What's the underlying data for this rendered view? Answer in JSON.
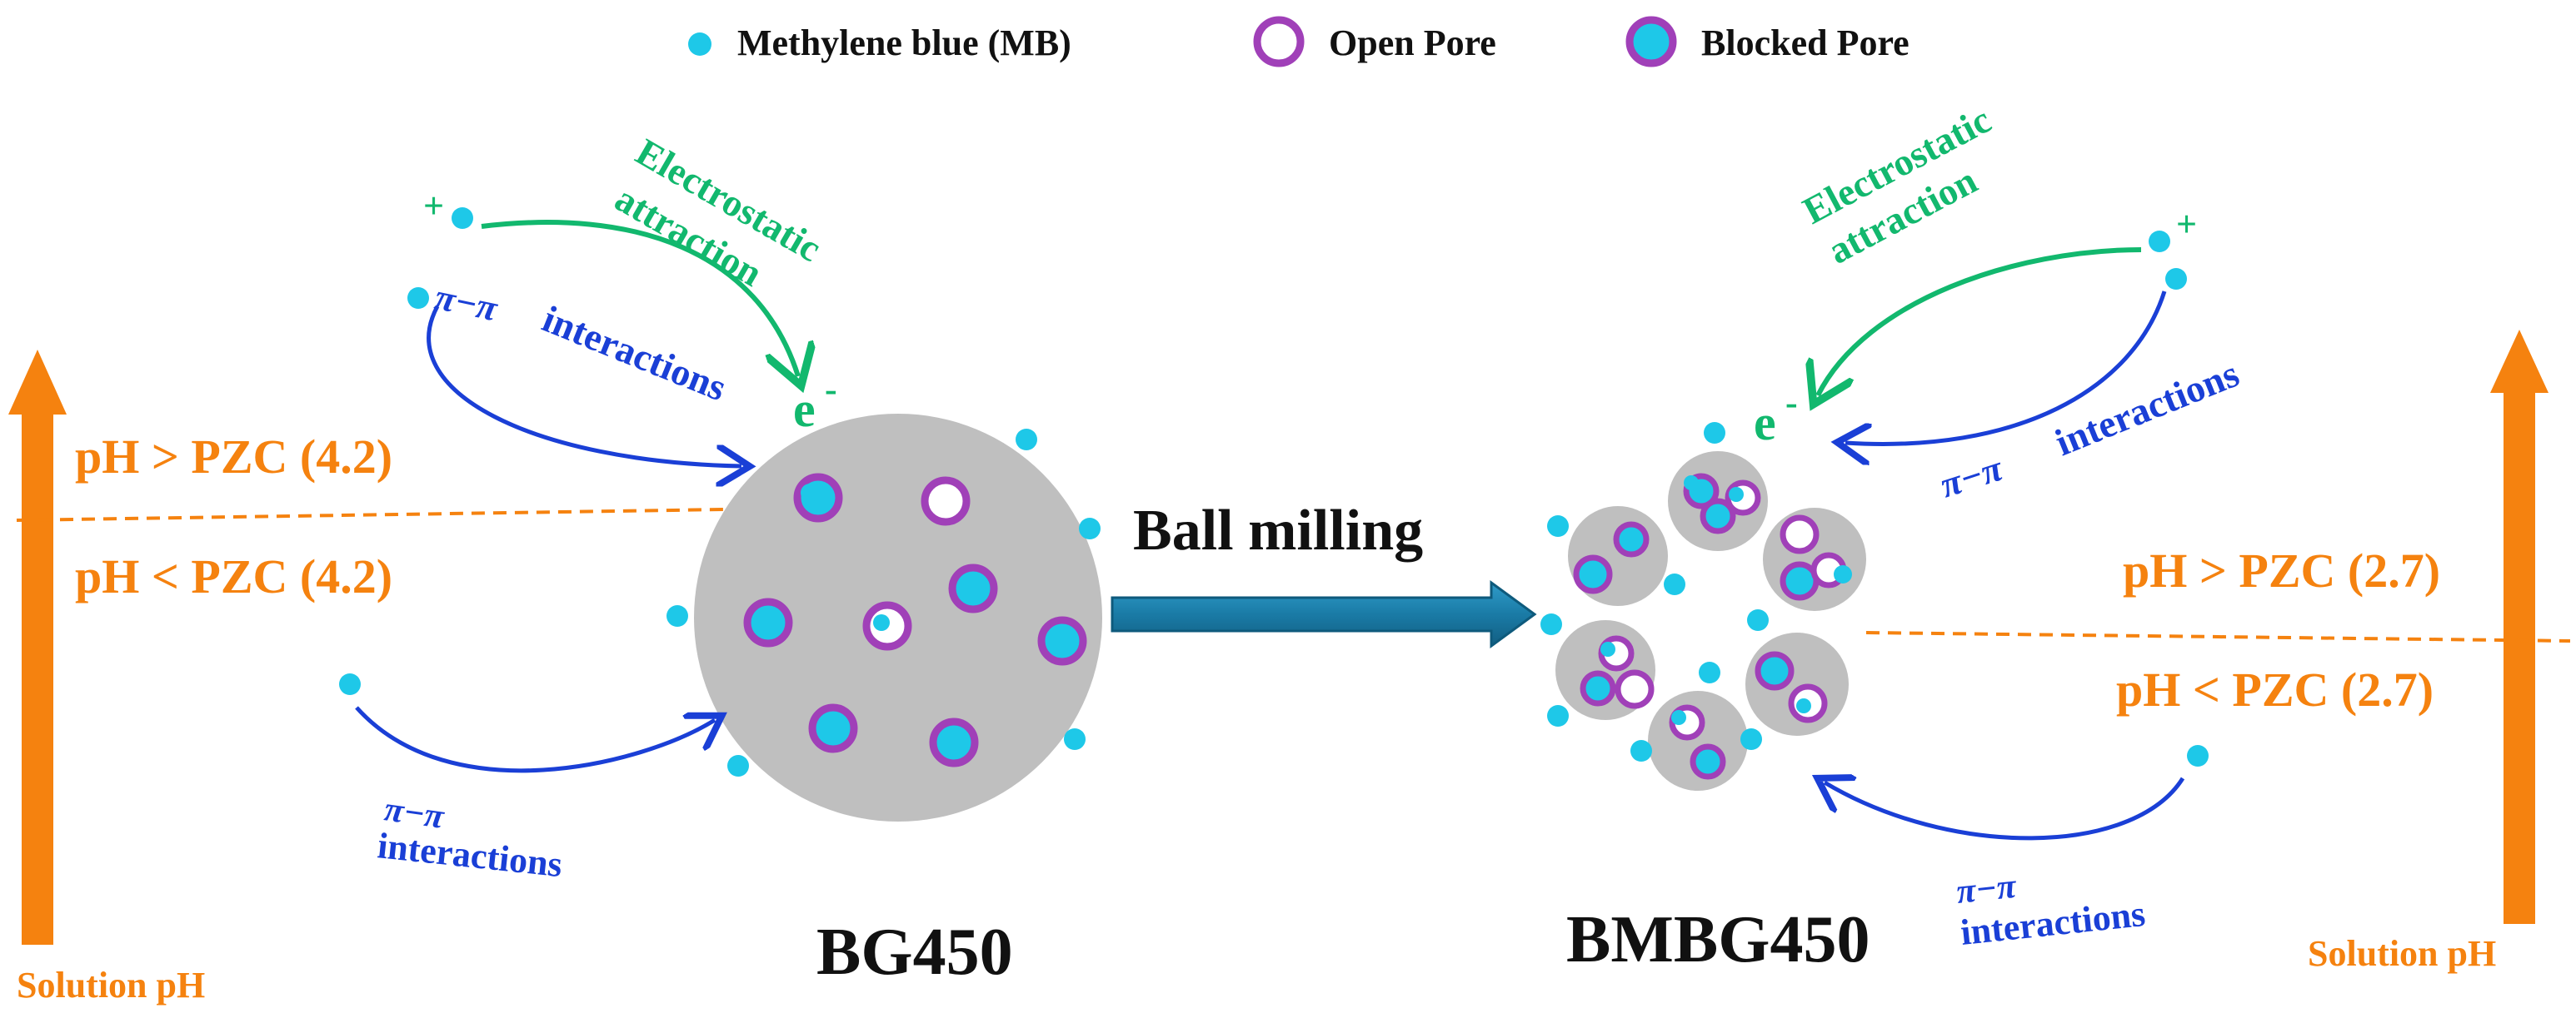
{
  "legend": {
    "mb": "Methylene blue (MB)",
    "open": "Open Pore",
    "blocked": "Blocked Pore"
  },
  "left": {
    "ph_high": "pH > PZC (4.2)",
    "ph_low": "pH <  PZC (4.2)",
    "axis_label": "Solution pH",
    "electro_1": "Electrostatic",
    "electro_2": "attraction",
    "pi_pi": "π−π",
    "interactions": "interactions",
    "pi_pi_lower": "π−π",
    "interactions_lower": "interactions",
    "electron": "e",
    "electron_sup": "-",
    "plus": "+",
    "particle_label": "BG450"
  },
  "center": {
    "process": "Ball milling"
  },
  "right": {
    "ph_high": "pH > PZC (2.7)",
    "ph_low": "pH <  PZC (2.7)",
    "axis_label": "Solution pH",
    "electro_1": "Electrostatic",
    "electro_2": "attraction",
    "pi_pi": "π−π",
    "interactions": "interactions",
    "pi_pi_lower": "π−π",
    "interactions_lower": "interactions",
    "electron": "e",
    "electron_sup": "-",
    "plus": "+",
    "particle_label": "BMBG450"
  },
  "colors": {
    "mb": "#1ec8e8",
    "pore_ring": "#a040b8",
    "particle": "#bfbfbf",
    "ph_orange": "#f5820f",
    "electrostatic_green": "#12b86e",
    "interaction_blue": "#1a3fd6",
    "ball_arrow": "#1a7ba6"
  }
}
